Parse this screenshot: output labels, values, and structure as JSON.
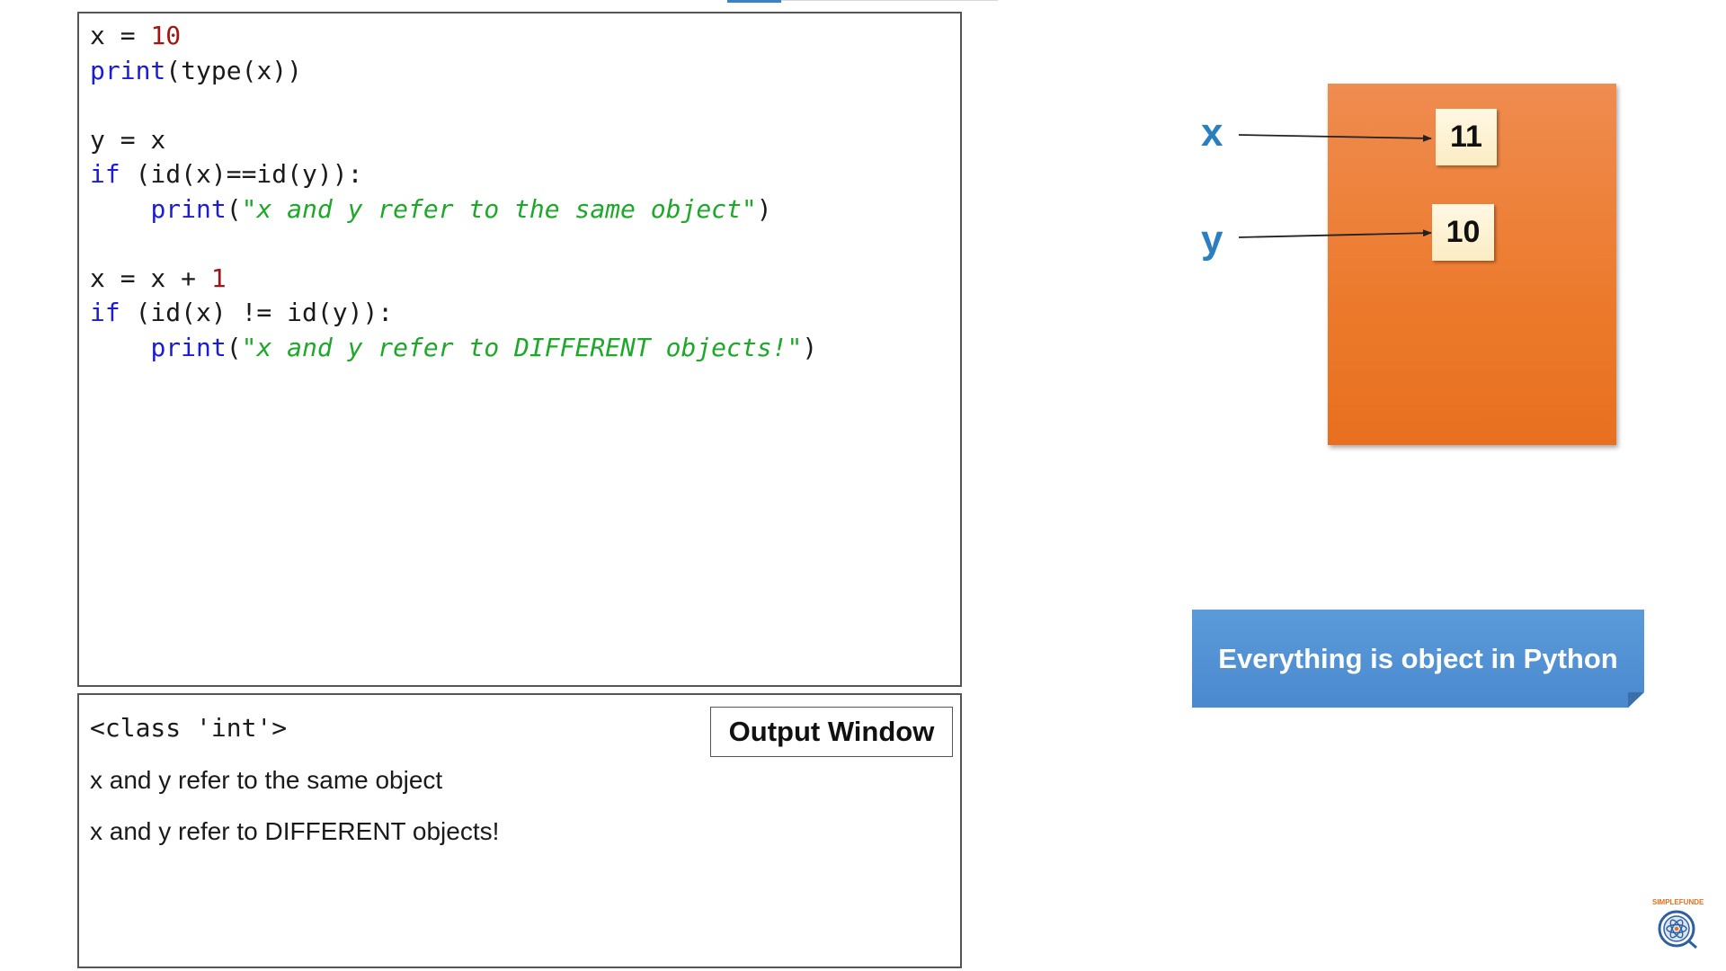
{
  "code": {
    "lines": [
      [
        {
          "t": "pl",
          "v": "x = "
        },
        {
          "t": "num",
          "v": "10"
        }
      ],
      [
        {
          "t": "kw",
          "v": "print"
        },
        {
          "t": "pl",
          "v": "(type(x))"
        }
      ],
      [],
      [
        {
          "t": "pl",
          "v": "y = x"
        }
      ],
      [
        {
          "t": "kw",
          "v": "if"
        },
        {
          "t": "pl",
          "v": " (id(x)==id(y)):"
        }
      ],
      [
        {
          "t": "pl",
          "v": "    "
        },
        {
          "t": "kw",
          "v": "print"
        },
        {
          "t": "pl",
          "v": "("
        },
        {
          "t": "str",
          "v": "\"x and y refer to the same object\""
        },
        {
          "t": "pl",
          "v": ")"
        }
      ],
      [],
      [
        {
          "t": "pl",
          "v": "x = x + "
        },
        {
          "t": "num",
          "v": "1"
        }
      ],
      [
        {
          "t": "kw",
          "v": "if"
        },
        {
          "t": "pl",
          "v": " (id(x) != id(y)):"
        }
      ],
      [
        {
          "t": "pl",
          "v": "    "
        },
        {
          "t": "kw",
          "v": "print"
        },
        {
          "t": "pl",
          "v": "("
        },
        {
          "t": "str",
          "v": "\"x and y refer to DIFFERENT objects!\""
        },
        {
          "t": "pl",
          "v": ")"
        }
      ]
    ]
  },
  "output": {
    "label": "Output Window",
    "class_line": "<class 'int'>",
    "line_2": "x and y refer to the same object",
    "line_3": "x and y refer to DIFFERENT objects!"
  },
  "diagram": {
    "var_x": "x",
    "var_y": "y",
    "obj_top": "11",
    "obj_bottom": "10"
  },
  "callout": {
    "text": "Everything is object in Python"
  },
  "branding": {
    "logo_text": "SIMPLEFUNDE",
    "logo_icon": "atom-gear-icon"
  },
  "colors": {
    "keyword": "#1c1cd6",
    "number": "#a31515",
    "string": "#1ea82a",
    "variable_label": "#2a7fc1",
    "memory_box": "#ec7a2c",
    "callout": "#5b9bd9"
  }
}
